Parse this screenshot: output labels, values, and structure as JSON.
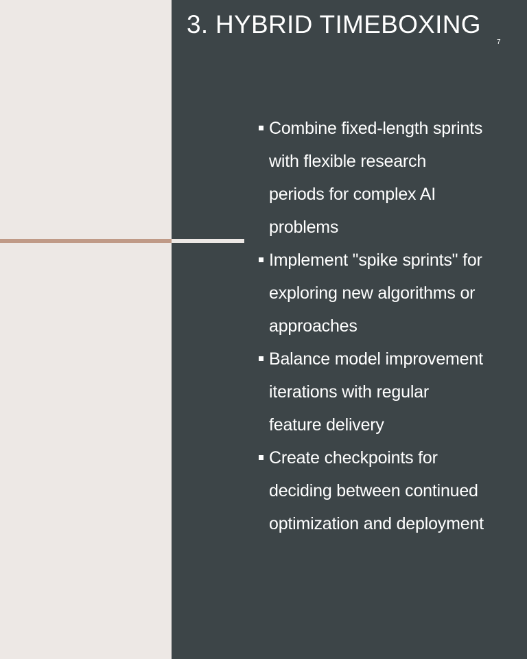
{
  "slide": {
    "title": "3. HYBRID TIMEBOXING",
    "page_number": "7",
    "bullets": [
      {
        "text": "Combine fixed-length sprints\nwith flexible research\nperiods for complex AI\nproblems"
      },
      {
        "text": "Implement \"spike sprints\" for\nexploring new algorithms or\napproaches"
      },
      {
        "text": "Balance model improvement\niterations with regular\nfeature delivery"
      },
      {
        "text": "Create checkpoints for\ndeciding between continued\noptimization and deployment"
      }
    ]
  },
  "colors": {
    "left_background": "#ede8e5",
    "right_background": "#3d4548",
    "accent_line": "#c09a87",
    "text": "#ffffff"
  }
}
